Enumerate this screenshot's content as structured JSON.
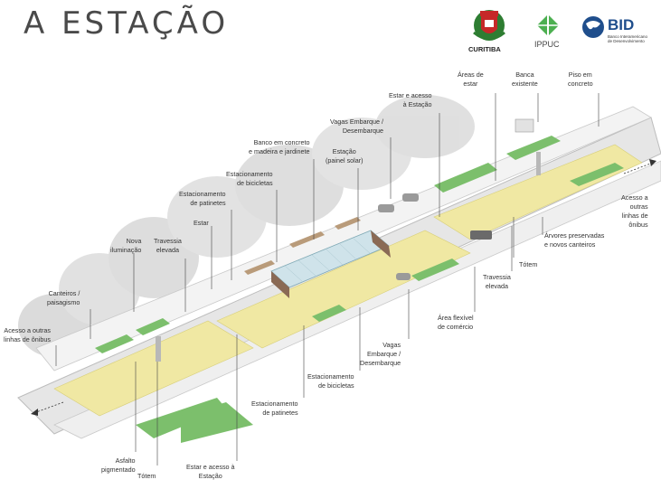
{
  "title": "A ESTAÇÃO",
  "logos": {
    "curitiba": "CURITIBA",
    "ippuc": "IPPUC",
    "bid": "BID",
    "bid_sub1": "Banco Interamericano",
    "bid_sub2": "de Desenvolvimento"
  },
  "labels": {
    "areas_estar": [
      "Áreas de",
      "estar"
    ],
    "banca": [
      "Banca",
      "existente"
    ],
    "piso": [
      "Piso em",
      "concreto"
    ],
    "estar_acesso_top": [
      "Estar e acesso",
      "à Estação"
    ],
    "vagas_top": [
      "Vagas Embarque /",
      "Desembarque"
    ],
    "banco": [
      "Banco em concreto",
      "e madeira e jardinete"
    ],
    "estacao_solar": [
      "Estação",
      "(painel solar)"
    ],
    "estac_bicicletas_top": [
      "Estacionamento",
      "de bicicletas"
    ],
    "estac_patinetes_top": [
      "Estacionamento",
      "de patinetes"
    ],
    "estar": [
      "Estar"
    ],
    "nova_iluminacao": [
      "Nova",
      "iluminação"
    ],
    "travessia_left": [
      "Travessia",
      "elevada"
    ],
    "canteiros": [
      "Canteiros /",
      "paisagismo"
    ],
    "acesso_left": [
      "Acesso a outras",
      "linhas de ônibus"
    ],
    "acesso_right": [
      "Acesso a",
      "outras",
      "linhas de",
      "ônibus"
    ],
    "arvores": [
      "Árvores preservadas",
      "e novos canteiros"
    ],
    "totem_right": [
      "Tótem"
    ],
    "travessia_right": [
      "Travessia",
      "elevada"
    ],
    "area_flexivel": [
      "Área flexível",
      "de comércio"
    ],
    "vagas_bottom": [
      "Vagas",
      "Embarque /",
      "Desembarque"
    ],
    "estac_bicicletas_bottom": [
      "Estacionamento",
      "de bicicletas"
    ],
    "estac_patinetes_bottom": [
      "Estacionamento",
      "de patinetes"
    ],
    "asfalto": [
      "Asfalto",
      "pigmentado"
    ],
    "totem_bottom": [
      "Tótem"
    ],
    "estar_acesso_bottom": [
      "Estar e acesso à",
      "Estação"
    ]
  },
  "colors": {
    "road": "#e8e8e8",
    "yellow": "#f1e9a6",
    "green": "#7cbf6c",
    "glass": "#cfe3ea",
    "station_brown": "#8a6a55"
  }
}
